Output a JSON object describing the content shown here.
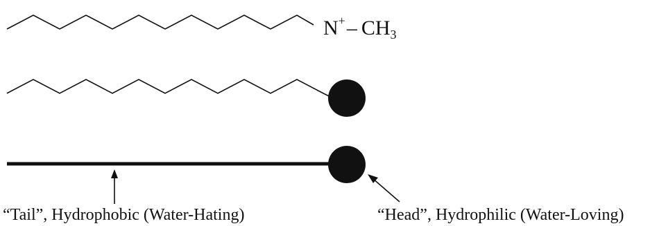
{
  "formula": {
    "nitrogen": "N",
    "charge": "+",
    "bond": "–",
    "methyl": "CH",
    "methyl_subscript": "3"
  },
  "labels": {
    "tail": "“Tail”, Hydrophobic (Water-Hating)",
    "head": "“Head”, Hydrophilic (Water-Loving)"
  },
  "colors": {
    "ink": "#111111",
    "background": "#ffffff"
  }
}
